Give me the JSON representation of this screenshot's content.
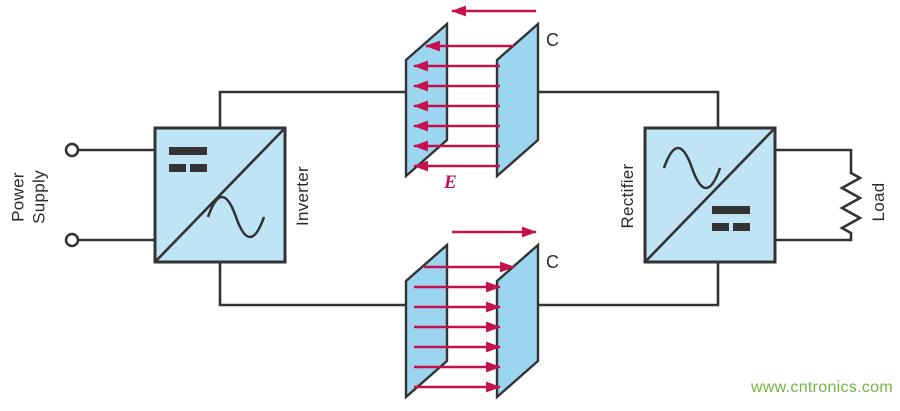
{
  "diagram": {
    "power_supply": {
      "line1": "Power",
      "line2": "Supply"
    },
    "inverter_label": "Inverter",
    "rectifier_label": "Rectifier",
    "load_label": "Load",
    "capacitor_top_label": "C",
    "capacitor_bottom_label": "C",
    "field_label": "E",
    "colors": {
      "box_fill": "#bfe4f6",
      "plate_fill": "#9bd5f0",
      "outline": "#333333",
      "field_arrow": "#c5104d",
      "watermark_green": "#72b743"
    }
  },
  "watermark": "www.cntronics.com"
}
